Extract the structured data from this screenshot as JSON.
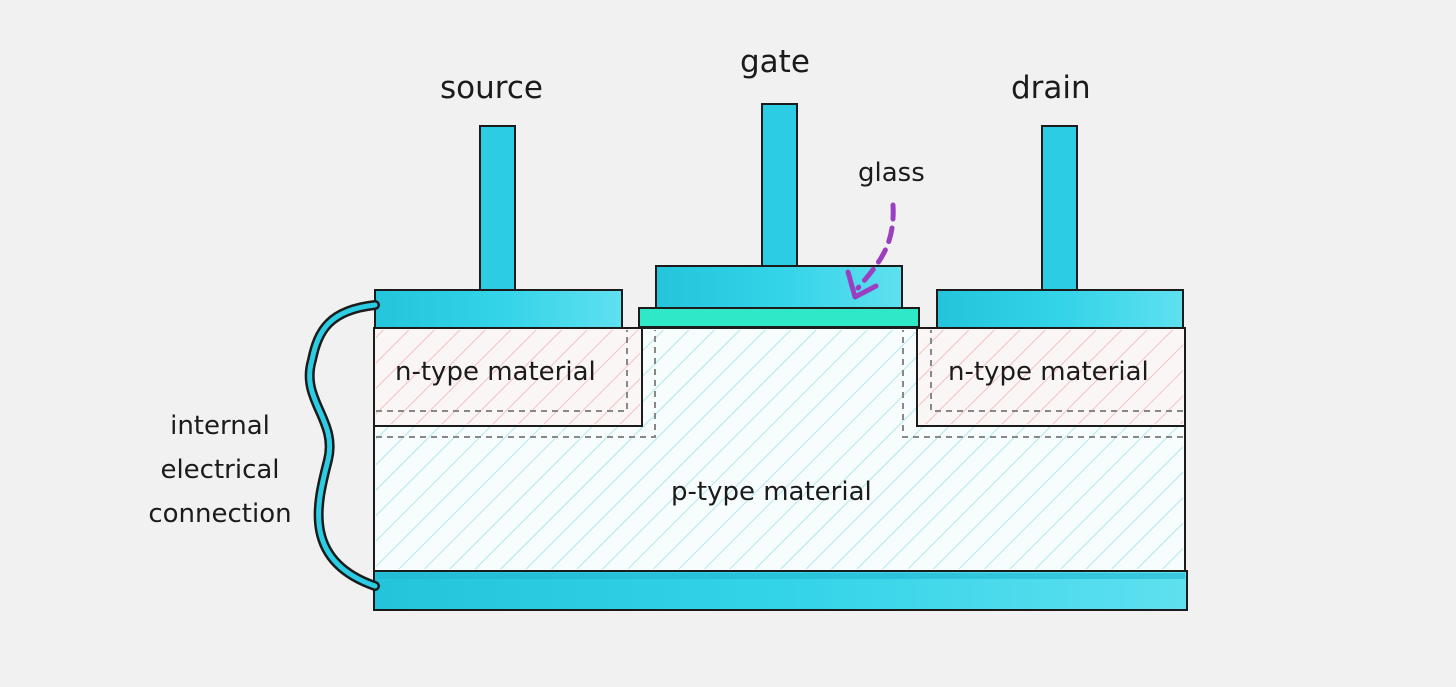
{
  "labels": {
    "source": "source",
    "gate": "gate",
    "drain": "drain",
    "glass": "glass",
    "n_type_left": "n-type material",
    "n_type_right": "n-type material",
    "p_type": "p-type material",
    "connection_line1": "internal",
    "connection_line2": "electrical",
    "connection_line3": "connection"
  },
  "colors": {
    "background": "#f1f1f1",
    "metal": "#2ccde4",
    "metal_dark": "#19b6cf",
    "glass_layer": "#2ee8c8",
    "arrow": "#9b3fc0",
    "n_hatch": "#f2b3b3",
    "p_hatch": "#9fe3ea",
    "outline": "#1b1b1b"
  }
}
